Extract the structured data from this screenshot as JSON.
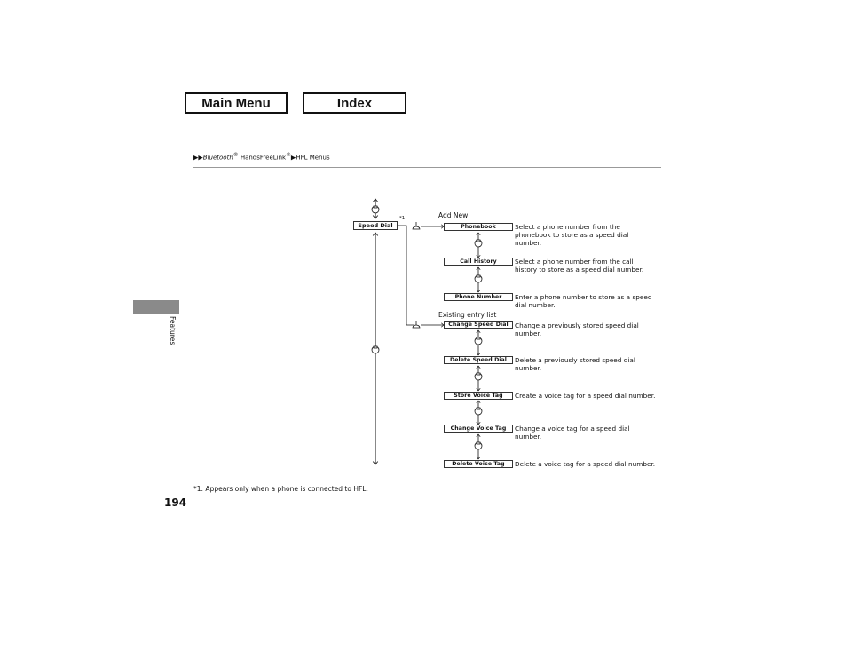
{
  "nav": {
    "main_menu": "Main Menu",
    "index": "Index"
  },
  "breadcrumb": {
    "part1": "Bluetooth",
    "reg1": "®",
    "part2": " HandsFreeLink",
    "reg2": "®",
    "part3": "HFL Menus"
  },
  "side_tab": {
    "label": "Features"
  },
  "page_number": "194",
  "footnote": "*1: Appears only when a phone is connected to HFL.",
  "diagram": {
    "root": "Speed Dial",
    "root_note": "*1",
    "add_new": "Add New",
    "existing": "Existing entry list",
    "add_items": [
      {
        "label": "Phonebook",
        "desc": "Select a phone number from the phonebook to store as a speed dial number."
      },
      {
        "label": "Call History",
        "desc": "Select a phone number from the call history to store as a speed dial number."
      },
      {
        "label": "Phone Number",
        "desc": "Enter a phone number to store as a speed dial number."
      }
    ],
    "existing_items": [
      {
        "label": "Change Speed Dial",
        "desc": "Change a previously stored speed dial number."
      },
      {
        "label": "Delete Speed Dial",
        "desc": "Delete a previously stored speed dial number."
      },
      {
        "label": "Store Voice Tag",
        "desc": "Create a voice tag for a speed dial number."
      },
      {
        "label": "Change Voice Tag",
        "desc": "Change a voice tag for a speed dial number."
      },
      {
        "label": "Delete Voice Tag",
        "desc": "Delete a voice tag for a speed dial number."
      }
    ]
  }
}
